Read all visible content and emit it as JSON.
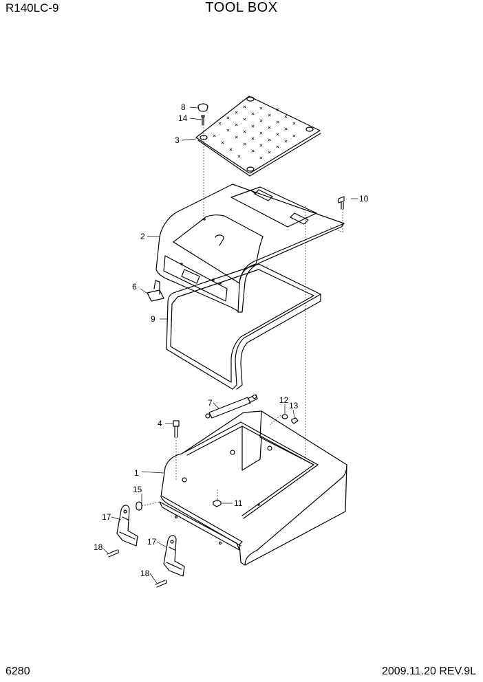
{
  "header": {
    "model": "R140LC-9",
    "title": "TOOL BOX"
  },
  "footer": {
    "page_number": "6280",
    "revision": "2009.11.20  REV.9L"
  },
  "callouts": {
    "c1": "1",
    "c2": "2",
    "c3": "3",
    "c4": "4",
    "c6": "6",
    "c7": "7",
    "c8": "8",
    "c9": "9",
    "c10": "10",
    "c11": "11",
    "c12": "12",
    "c13": "13",
    "c14": "14",
    "c15": "15",
    "c17a": "17",
    "c17b": "17",
    "c18a": "18",
    "c18b": "18"
  }
}
